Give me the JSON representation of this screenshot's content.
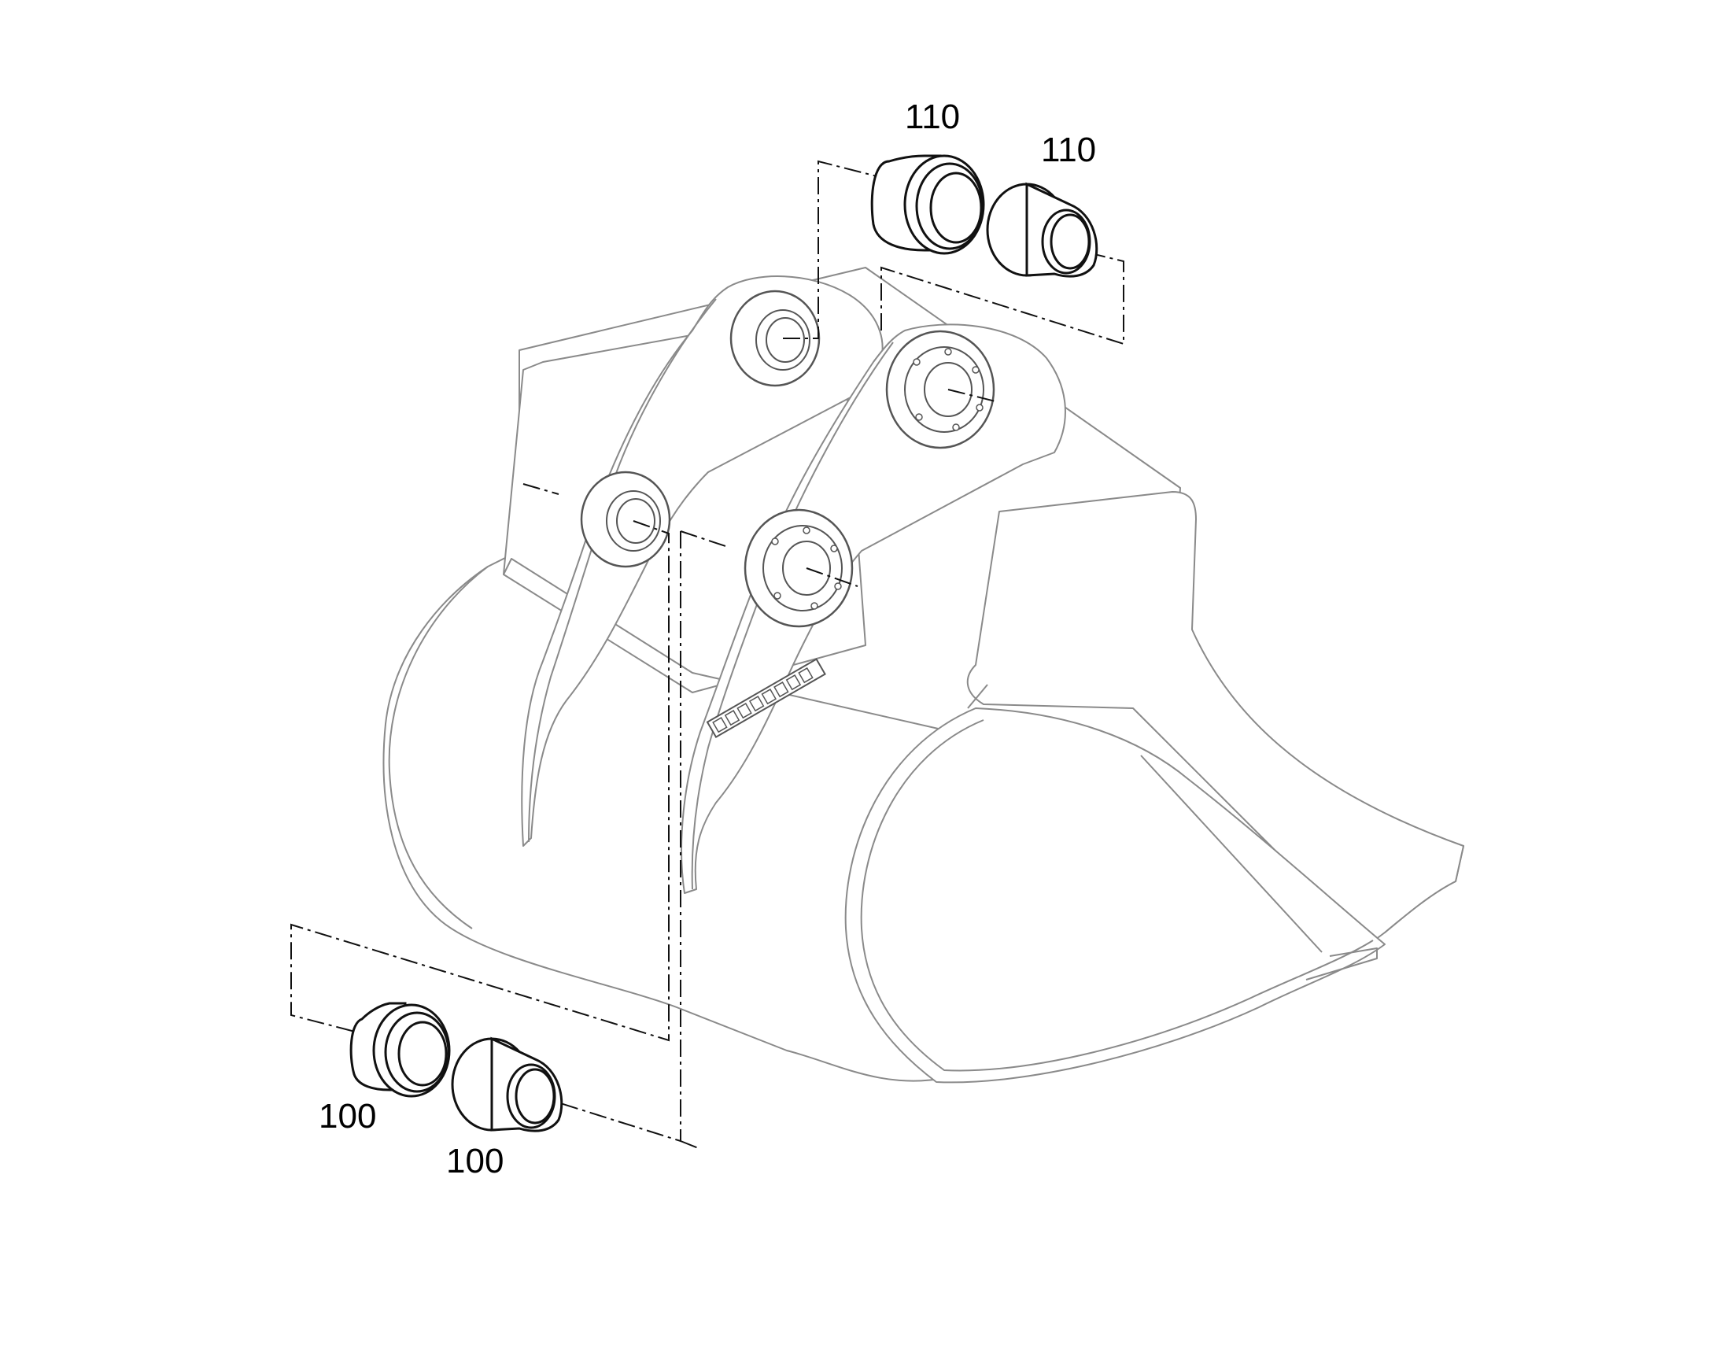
{
  "diagram": {
    "callouts": {
      "top_left": "110",
      "top_right": "110",
      "bottom_left": "100",
      "bottom_right": "100"
    },
    "colors": {
      "outline": "#8a8a8a",
      "part": "#111111",
      "background": "#ffffff"
    },
    "icons": {
      "assembly": "excavator-bucket-icon",
      "part": "flanged-bushing-icon"
    }
  }
}
